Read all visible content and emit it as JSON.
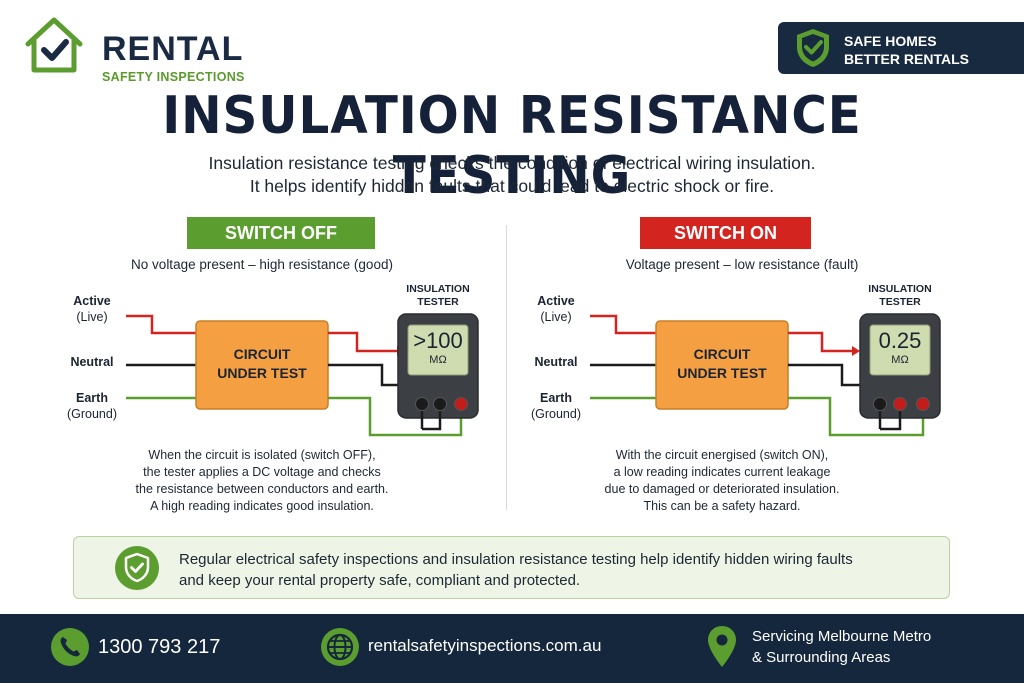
{
  "brand": {
    "title": "RENTAL",
    "subtitle": "SAFETY INSPECTIONS",
    "accent": "#5b9e2f",
    "dark": "#15273c"
  },
  "badge": {
    "line1": "SAFE HOMES",
    "line2": "BETTER RENTALS"
  },
  "heading": "INSULATION RESISTANCE TESTING",
  "intro": {
    "line1": "Insulation resistance testing checks the condition of electrical wiring insulation.",
    "line2": "It helps identify hidden faults that could lead to electric shock or fire."
  },
  "left_panel": {
    "state": "SWITCH OFF",
    "state_color": "#5b9e2f",
    "description": "No voltage present – high resistance (good)",
    "labels": {
      "active": "Active",
      "active_sub": "(Live)",
      "neutral": "Neutral",
      "earth": "Earth",
      "earth_sub": "(Ground)"
    },
    "circuit_line1": "CIRCUIT",
    "circuit_line2": "UNDER TEST",
    "tester_line1": "INSULATION",
    "tester_line2": "TESTER",
    "reading": ">100",
    "unit": "MΩ",
    "explanation": [
      "When the circuit is isolated (switch OFF),",
      "the tester applies a DC voltage and checks",
      "the resistance between conductors and earth.",
      "A high reading indicates good insulation."
    ]
  },
  "right_panel": {
    "state": "SWITCH ON",
    "state_color": "#d42420",
    "description": "Voltage present – low resistance (fault)",
    "labels": {
      "active": "Active",
      "active_sub": "(Live)",
      "neutral": "Neutral",
      "earth": "Earth",
      "earth_sub": "(Ground)"
    },
    "circuit_line1": "CIRCUIT",
    "circuit_line2": "UNDER TEST",
    "tester_line1": "INSULATION",
    "tester_line2": "TESTER",
    "reading": "0.25",
    "unit": "MΩ",
    "explanation": [
      "With the circuit energised (switch ON),",
      "a low reading indicates current leakage",
      "due to damaged or deteriorated insulation.",
      "This can be a safety hazard."
    ]
  },
  "note": {
    "line1": "Regular electrical safety inspections and insulation resistance testing help identify hidden wiring faults",
    "line2": "and keep your rental property safe, compliant and protected."
  },
  "footer": {
    "phone": "1300 793 217",
    "website": "rentalsafetyinspections.com.au",
    "area_line1": "Servicing Melbourne Metro",
    "area_line2": "& Surrounding Areas"
  },
  "icons": [
    "house-check-icon",
    "shield-check-icon",
    "phone-icon",
    "globe-icon",
    "map-pin-icon"
  ]
}
